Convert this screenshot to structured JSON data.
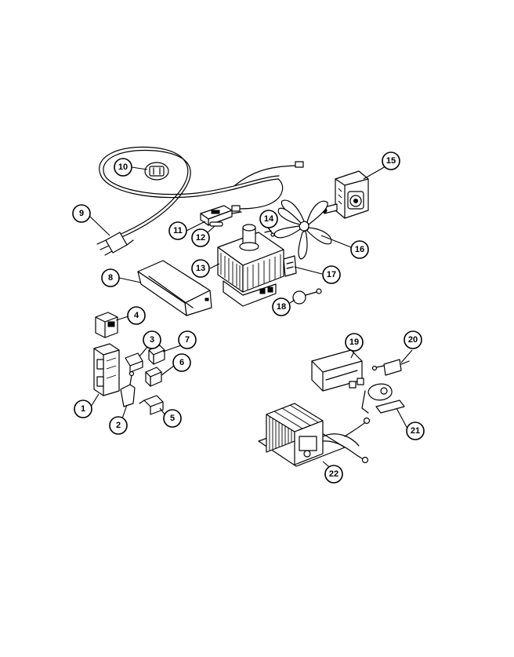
{
  "callouts": [
    {
      "id": "1",
      "label": "1",
      "part": "switch-bracket"
    },
    {
      "id": "2",
      "label": "2",
      "part": "lever"
    },
    {
      "id": "3",
      "label": "3",
      "part": "interlock-switch"
    },
    {
      "id": "4",
      "label": "4",
      "part": "switch-holder"
    },
    {
      "id": "5",
      "label": "5",
      "part": "interlock-switch"
    },
    {
      "id": "6",
      "label": "6",
      "part": "switch"
    },
    {
      "id": "7",
      "label": "7",
      "part": "switch"
    },
    {
      "id": "8",
      "label": "8",
      "part": "air-guide"
    },
    {
      "id": "9",
      "label": "9",
      "part": "power-cord"
    },
    {
      "id": "10",
      "label": "10",
      "part": "cord-bushing"
    },
    {
      "id": "11",
      "label": "11",
      "part": "fuse-holder"
    },
    {
      "id": "12",
      "label": "12",
      "part": "fuse"
    },
    {
      "id": "13",
      "label": "13",
      "part": "magnetron"
    },
    {
      "id": "14",
      "label": "14",
      "part": "screw"
    },
    {
      "id": "15",
      "label": "15",
      "part": "fan-motor"
    },
    {
      "id": "16",
      "label": "16",
      "part": "fan-blade"
    },
    {
      "id": "17",
      "label": "17",
      "part": "thermal-protector"
    },
    {
      "id": "18",
      "label": "18",
      "part": "thermal-cutout"
    },
    {
      "id": "19",
      "label": "19",
      "part": "capacitor"
    },
    {
      "id": "20",
      "label": "20",
      "part": "diode"
    },
    {
      "id": "21",
      "label": "21",
      "part": "capacitor-clamp"
    },
    {
      "id": "22",
      "label": "22",
      "part": "transformer"
    }
  ],
  "colors": {
    "ink": "#000000",
    "paper": "#ffffff"
  }
}
